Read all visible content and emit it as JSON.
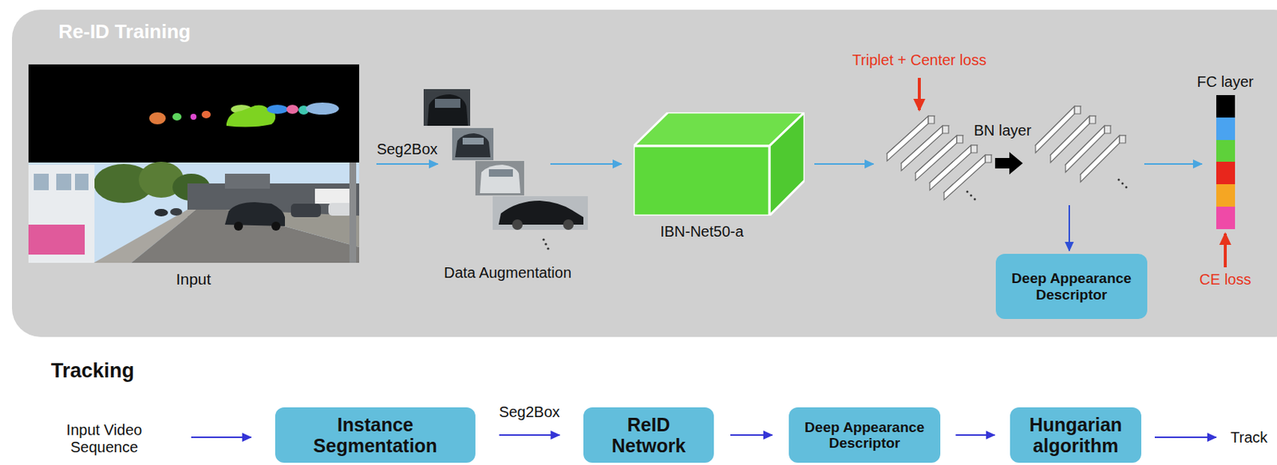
{
  "diagram": {
    "nodes": [
      {
        "text": [
          "Re-ID Training"
        ]
      },
      {
        "text": [
          "IBN-Net50-a"
        ],
        "in": 0
      },
      {
        "text": [
          "Deep Appearance Descriptor"
        ],
        "in": 0
      },
      {
        "text": [
          "Instance Segmentation"
        ]
      },
      {
        "text": [
          "ReID Network"
        ]
      },
      {
        "text": [
          "Deep Appearance Descriptor"
        ]
      },
      {
        "text": [
          "Hungarian algorithm"
        ]
      }
    ],
    "edges": [
      {
        "from": 3,
        "to": 4,
        "arrow": "to",
        "label": "Seg2Box"
      },
      {
        "from": 4,
        "to": 5,
        "arrow": "to"
      },
      {
        "from": 5,
        "to": 6,
        "arrow": "to"
      }
    ],
    "labels": [
      "Input",
      "Seg2Box",
      "Data Augmentation",
      "Triplet + Center loss",
      "BN layer",
      "FC layer",
      "CE loss",
      "Tracking",
      "Input Video Sequence",
      "Track"
    ]
  }
}
